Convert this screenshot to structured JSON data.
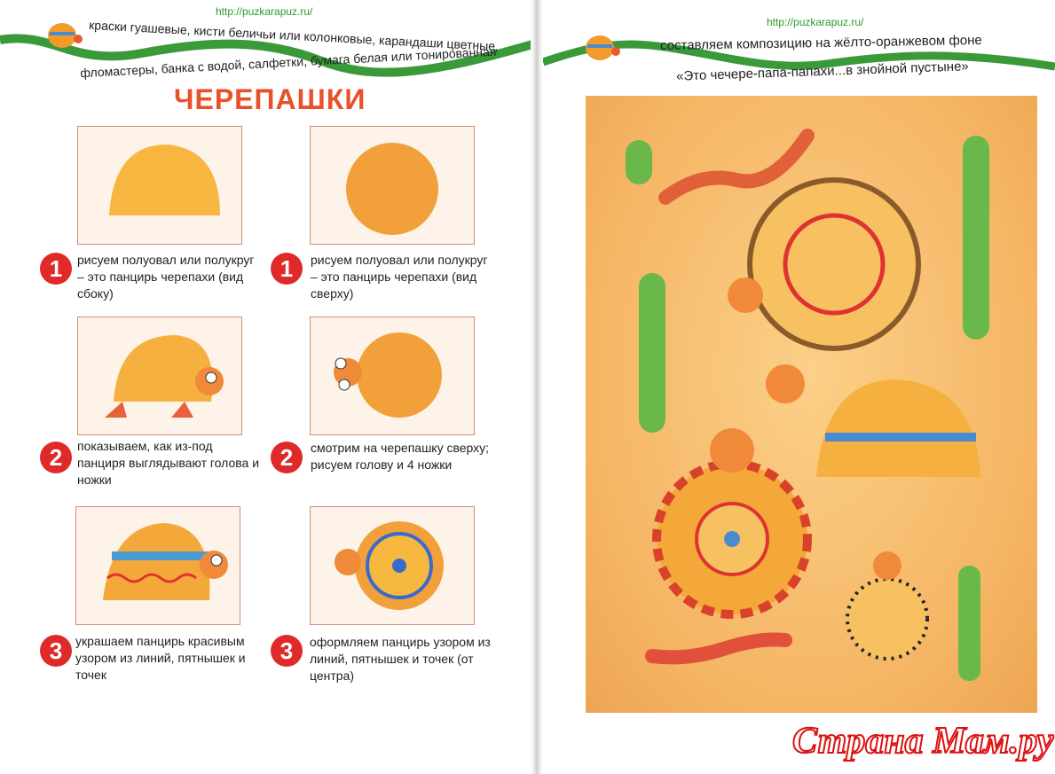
{
  "left_page": {
    "url": "http://puzkarapuz.ru/",
    "materials_line1": "краски гуашевые, кисти беличьи или колонковые, карандаши цветные,",
    "materials_line2": "фломастеры, банка с водой, салфетки, бумага белая или тонированная",
    "title": "ЧЕРЕПАШКИ",
    "steps": [
      {
        "number": "1",
        "text": "рисуем полуовал или полукруг – это панцирь черепахи (вид сбоку)"
      },
      {
        "number": "1",
        "text": "рисуем полуовал или полукруг – это панцирь черепахи (вид сверху)"
      },
      {
        "number": "2",
        "text": "показываем, как из-под панциря выглядывают голова и ножки"
      },
      {
        "number": "2",
        "text": "смотрим на черепашку сверху; рисуем голову и 4 ножки"
      },
      {
        "number": "3",
        "text": "украшаем панцирь красивым узором из линий, пятнышек и точек"
      },
      {
        "number": "3",
        "text": "оформляем панцирь узором из линий, пятнышек и точек (от центра)"
      }
    ]
  },
  "right_page": {
    "url": "http://puzkarapuz.ru/",
    "header_line1": "составляем композицию на жёлто-оранжевом фоне",
    "header_line2": "«Это чечере-папа-папахи...в знойной пустыне»",
    "watermark": "Страна Мам.ру"
  },
  "colors": {
    "accent": "#e8512a",
    "badge": "#e02a2a",
    "wave": "#3a9a3a",
    "painting_bg": "#f5b564"
  }
}
